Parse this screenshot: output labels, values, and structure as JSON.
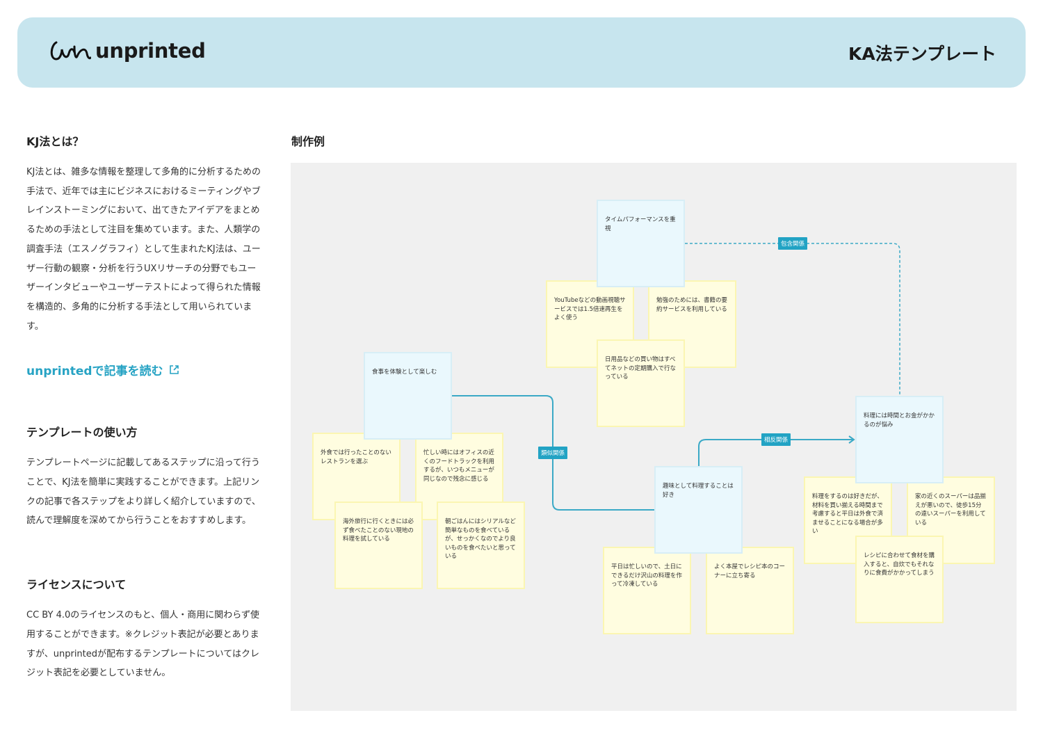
{
  "header": {
    "logo_text": "unprinted",
    "title": "KA法テンプレート"
  },
  "sidebar": {
    "about_heading": "KJ法とは？",
    "about_text": "KJ法とは、雑多な情報を整理して多角的に分析するための手法で、近年では主にビジネスにおけるミーティングやブレインストーミングにおいて、出てきたアイデアをまとめるための手法として注目を集めています。また、人類学の調査手法（エスノグラフィ）として生まれたKJ法は、ユーザー行動の観察・分析を行うUXリサーチの分野でもユーザーインタビューやユーザーテストによって得られた情報を構造的、多角的に分析する手法として用いられています。",
    "article_link": "unprintedで記事を読む",
    "usage_heading": "テンプレートの使い方",
    "usage_text": "テンプレートページに記載してあるステップに沿って行うことで、KJ法を簡単に実践することができます。上記リンクの記事で各ステップをより詳しく紹介していますので、読んで理解度を深めてから行うことをおすすめします。",
    "license_heading": "ライセンスについて",
    "license_text": "CC BY 4.0のライセンスのもと、個人・商用に関わらず使用することができます。※クレジット表記が必要とありますが、unprintedが配布するテンプレートについてはクレジット表記を必要としていません。"
  },
  "example": {
    "heading": "制作例",
    "notes": {
      "time_perf": "タイムパフォーマンスを重視",
      "youtube": "YouTubeなどの動画視聴サービスでは1.5倍速再生をよく使う",
      "study": "勉強のためには、書籍の要約サービスを利用している",
      "daily": "日用品などの買い物はすべてネットの定期購入で行なっている",
      "food_exp": "食事を体験として楽しむ",
      "eat_out": "外食では行ったことのないレストランを選ぶ",
      "busy": "忙しい時にはオフィスの近くのフードトラックを利用するが、いつもメニューが同じなので残念に感じる",
      "travel": "海外旅行に行くときには必ず食べたことのない現地の料理を試している",
      "breakfast": "朝ごはんにはシリアルなど簡単なものを食べているが、せっかくなのでより良いものを食べたいと思っている",
      "hobby_cook": "趣味として料理することは好き",
      "weekday": "平日は忙しいので、土日にできるだけ沢山の料理を作って冷凍している",
      "bookstore": "よく本屋でレシピ本のコーナーに立ち寄る",
      "cost": "料理には時間とお金がかかるのが悩み",
      "like_cook": "料理をするのは好きだが、材料を買い揃える時間まで考慮すると平日は外食で済ませることになる場合が多い",
      "super": "家の近くのスーパーは品揃えが悪いので、徒歩15分の遠いスーパーを利用している",
      "recipe": "レシピに合わせて食材を購入すると、自炊でもそれなりに食費がかかってしまう"
    },
    "relations": {
      "inclusion": "包含関係",
      "similar": "類似関係",
      "opposite": "相反関係"
    },
    "colors": {
      "line": "#3aa9c6",
      "tag": "#22a3c4"
    }
  }
}
